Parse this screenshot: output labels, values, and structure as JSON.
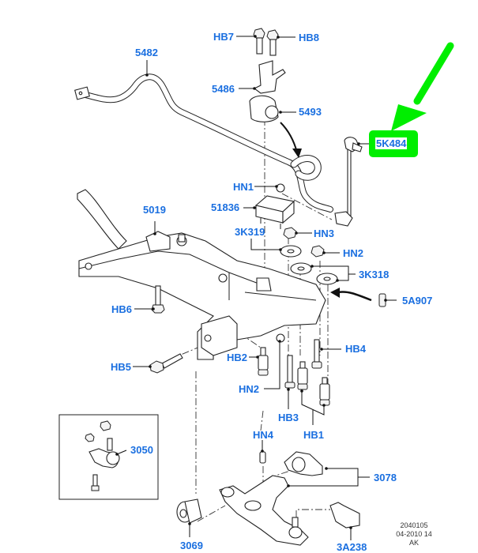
{
  "diagram": {
    "title": "Front suspension subframe and stabilizer bar exploded view",
    "accent_label_color": "#1a6fe0",
    "highlight_color": "#00ee00",
    "highlighted_part": "5K484",
    "labels": {
      "hb7": "HB7",
      "hb8": "HB8",
      "p5482": "5482",
      "p5486": "5486",
      "p5493": "5493",
      "p5k484": "5K484",
      "hn1": "HN1",
      "p51836": "51836",
      "p5019": "5019",
      "p3k319": "3K319",
      "hn3": "HN3",
      "hn2_top": "HN2",
      "p3k318": "3K318",
      "p5a907": "5A907",
      "hb6": "HB6",
      "hb4": "HB4",
      "hb2": "HB2",
      "hb5": "HB5",
      "hn2_bottom": "HN2",
      "hb3": "HB3",
      "hb1": "HB1",
      "p3050": "3050",
      "hn4": "HN4",
      "p3078": "3078",
      "p3069": "3069",
      "p3a238": "3A238"
    },
    "stamp": {
      "line1": "2040105",
      "line2": "04-2010 14",
      "line3": "AK"
    }
  }
}
